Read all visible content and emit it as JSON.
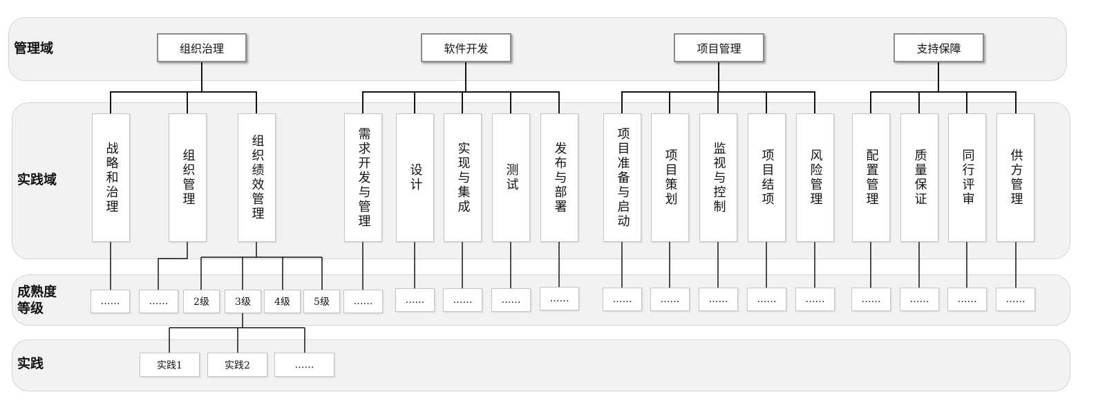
{
  "rows": {
    "management_domain": "管理域",
    "practice_domain": "实践域",
    "maturity_level": "成熟度等级",
    "practice": "实践"
  },
  "domains": [
    "组织治理",
    "软件开发",
    "项目管理",
    "支持保障"
  ],
  "practice_areas": {
    "governance": [
      "战略和治理",
      "组织管理",
      "组织绩效管理"
    ],
    "development": [
      "需求开发与管理",
      "设计",
      "实现与集成",
      "测试",
      "发布与部署"
    ],
    "project": [
      "项目准备与启动",
      "项目策划",
      "监视与控制",
      "项目结项",
      "风险管理"
    ],
    "support": [
      "配置管理",
      "质量保证",
      "同行评审",
      "供方管理"
    ]
  },
  "levels": {
    "ellipsis": "……",
    "performance_levels": [
      "2级",
      "3级",
      "4级",
      "5级"
    ]
  },
  "practices": [
    "实践1",
    "实践2",
    "……"
  ]
}
